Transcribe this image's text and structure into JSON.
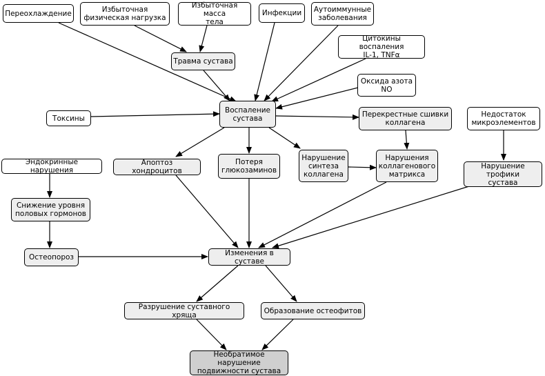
{
  "diagram": {
    "nodes": [
      {
        "id": "pereohlazhdenie",
        "label": "Переохлаждение",
        "style": "plain"
      },
      {
        "id": "fiz-nagruzka",
        "label": "Избыточная\nфизическая нагрузка",
        "style": "plain"
      },
      {
        "id": "massa-tela",
        "label": "Избыточная масса\nтела",
        "style": "plain"
      },
      {
        "id": "infekcii",
        "label": "Инфекции",
        "style": "plain"
      },
      {
        "id": "autoimmunnye",
        "label": "Аутоиммунные\nзаболевания",
        "style": "plain"
      },
      {
        "id": "travma",
        "label": "Травма сустава",
        "style": "shaded"
      },
      {
        "id": "citokiny",
        "label": "Цитокины воспаления\nIL-1, TNFα",
        "style": "plain"
      },
      {
        "id": "oksid-azota",
        "label": "Оксида азота\nNO",
        "style": "plain"
      },
      {
        "id": "toksiny",
        "label": "Токсины",
        "style": "plain"
      },
      {
        "id": "vospalenie",
        "label": "Воспаление\nсустава",
        "style": "shaded"
      },
      {
        "id": "sshivki",
        "label": "Перекрестные сшивки\nколлагена",
        "style": "shaded"
      },
      {
        "id": "nedostatok",
        "label": "Недостаток\nмикроэлементов",
        "style": "plain"
      },
      {
        "id": "endokrinnye",
        "label": "Эндокринные нарушения",
        "style": "plain"
      },
      {
        "id": "apoptoz",
        "label": "Апоптоз хондроцитов",
        "style": "shaded"
      },
      {
        "id": "poterya",
        "label": "Потеря\nглюкозаминов",
        "style": "shaded"
      },
      {
        "id": "sintez",
        "label": "Нарушение\nсинтеза\nколлагена",
        "style": "shaded"
      },
      {
        "id": "matriks",
        "label": "Нарушения\nколлагенового\nматрикса",
        "style": "shaded"
      },
      {
        "id": "trofika",
        "label": "Нарушение трофики\nсустава",
        "style": "shaded"
      },
      {
        "id": "gormony",
        "label": "Снижение уровня\nполовых гормонов",
        "style": "shaded"
      },
      {
        "id": "osteoporoz",
        "label": "Остеопороз",
        "style": "shaded"
      },
      {
        "id": "izmeneniya",
        "label": "Изменения в суставе",
        "style": "shaded"
      },
      {
        "id": "hryasch",
        "label": "Разрушение суставного хряща",
        "style": "shaded"
      },
      {
        "id": "osteofity",
        "label": "Образование остеофитов",
        "style": "shaded"
      },
      {
        "id": "final",
        "label": "Необратимое нарушение\nподвижности сустава",
        "style": "final"
      }
    ],
    "edges": [
      {
        "from": "pereohlazhdenie",
        "to": "vospalenie"
      },
      {
        "from": "fiz-nagruzka",
        "to": "travma"
      },
      {
        "from": "massa-tela",
        "to": "travma"
      },
      {
        "from": "travma",
        "to": "vospalenie"
      },
      {
        "from": "infekcii",
        "to": "vospalenie"
      },
      {
        "from": "autoimmunnye",
        "to": "vospalenie"
      },
      {
        "from": "citokiny",
        "to": "vospalenie"
      },
      {
        "from": "oksid-azota",
        "to": "vospalenie"
      },
      {
        "from": "toksiny",
        "to": "vospalenie"
      },
      {
        "from": "vospalenie",
        "to": "sshivki"
      },
      {
        "from": "vospalenie",
        "to": "apoptoz"
      },
      {
        "from": "vospalenie",
        "to": "poterya"
      },
      {
        "from": "vospalenie",
        "to": "sintez"
      },
      {
        "from": "sshivki",
        "to": "matriks"
      },
      {
        "from": "sintez",
        "to": "matriks"
      },
      {
        "from": "nedostatok",
        "to": "trofika"
      },
      {
        "from": "endokrinnye",
        "to": "gormony"
      },
      {
        "from": "gormony",
        "to": "osteoporoz"
      },
      {
        "from": "osteoporoz",
        "to": "izmeneniya"
      },
      {
        "from": "apoptoz",
        "to": "izmeneniya"
      },
      {
        "from": "poterya",
        "to": "izmeneniya"
      },
      {
        "from": "matriks",
        "to": "izmeneniya"
      },
      {
        "from": "trofika",
        "to": "izmeneniya"
      },
      {
        "from": "izmeneniya",
        "to": "hryasch"
      },
      {
        "from": "izmeneniya",
        "to": "osteofity"
      },
      {
        "from": "hryasch",
        "to": "final"
      },
      {
        "from": "osteofity",
        "to": "final"
      }
    ]
  }
}
